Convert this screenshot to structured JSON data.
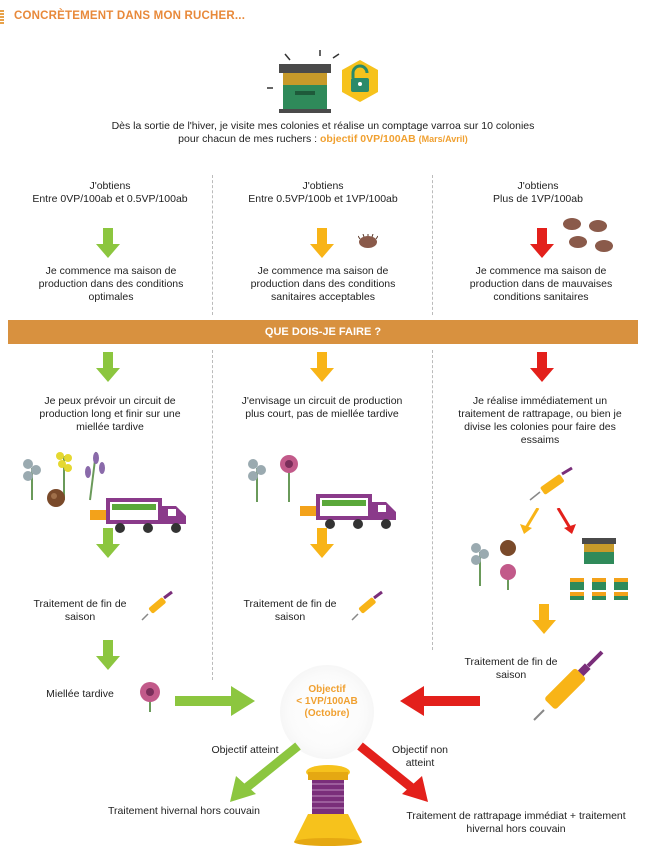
{
  "header": {
    "title": "CONCRÈTEMENT DANS MON RUCHER..."
  },
  "intro": {
    "line1": "Dès la sortie de l'hiver, je visite mes colonies et réalise un comptage varroa sur 10 colonies",
    "line2": "pour chacun de mes ruchers :",
    "objective": "objectif 0VP/100AB",
    "period": "(Mars/Avril)"
  },
  "columns": [
    {
      "obtain": "J'obtiens",
      "range": "Entre 0VP/100ab et 0.5VP/100ab",
      "status": "Je commence ma saison de production dans des conditions optimales",
      "action": "Je peux prévoir un circuit de production long et finir sur une miellée tardive",
      "treatment": "Traitement de fin de saison",
      "late_flow": "Miellée tardive"
    },
    {
      "obtain": "J'obtiens",
      "range": "Entre 0.5VP/100b et 1VP/100ab",
      "status": "Je commence ma saison de production dans des conditions sanitaires acceptables",
      "action": "J'envisage un circuit de production plus court, pas de miellée tardive",
      "treatment": "Traitement de fin de saison"
    },
    {
      "obtain": "J'obtiens",
      "range": "Plus de  1VP/100ab",
      "status": "Je commence ma saison de production dans de mauvaises conditions sanitaires",
      "action": "Je réalise immédiatement un traitement de rattrapage, ou bien je divise les colonies pour faire des essaims",
      "treatment": "Traitement de fin de saison"
    }
  ],
  "banner": "QUE DOIS-JE FAIRE ?",
  "goal": {
    "title": "Objectif",
    "value": "< 1VP/100AB",
    "period": "(Octobre)"
  },
  "outcomes": {
    "reached_label": "Objectif atteint",
    "not_reached_label": "Objectif non atteint",
    "reached_action": "Traitement hivernal hors couvain",
    "not_reached_action": "Traitement de rattrapage immédiat + traitement hivernal hors couvain"
  },
  "colors": {
    "green": "#8cc63f",
    "yellow": "#f8b417",
    "red": "#e3201b",
    "orange": "#d8913f",
    "purple": "#7a2e7a"
  }
}
